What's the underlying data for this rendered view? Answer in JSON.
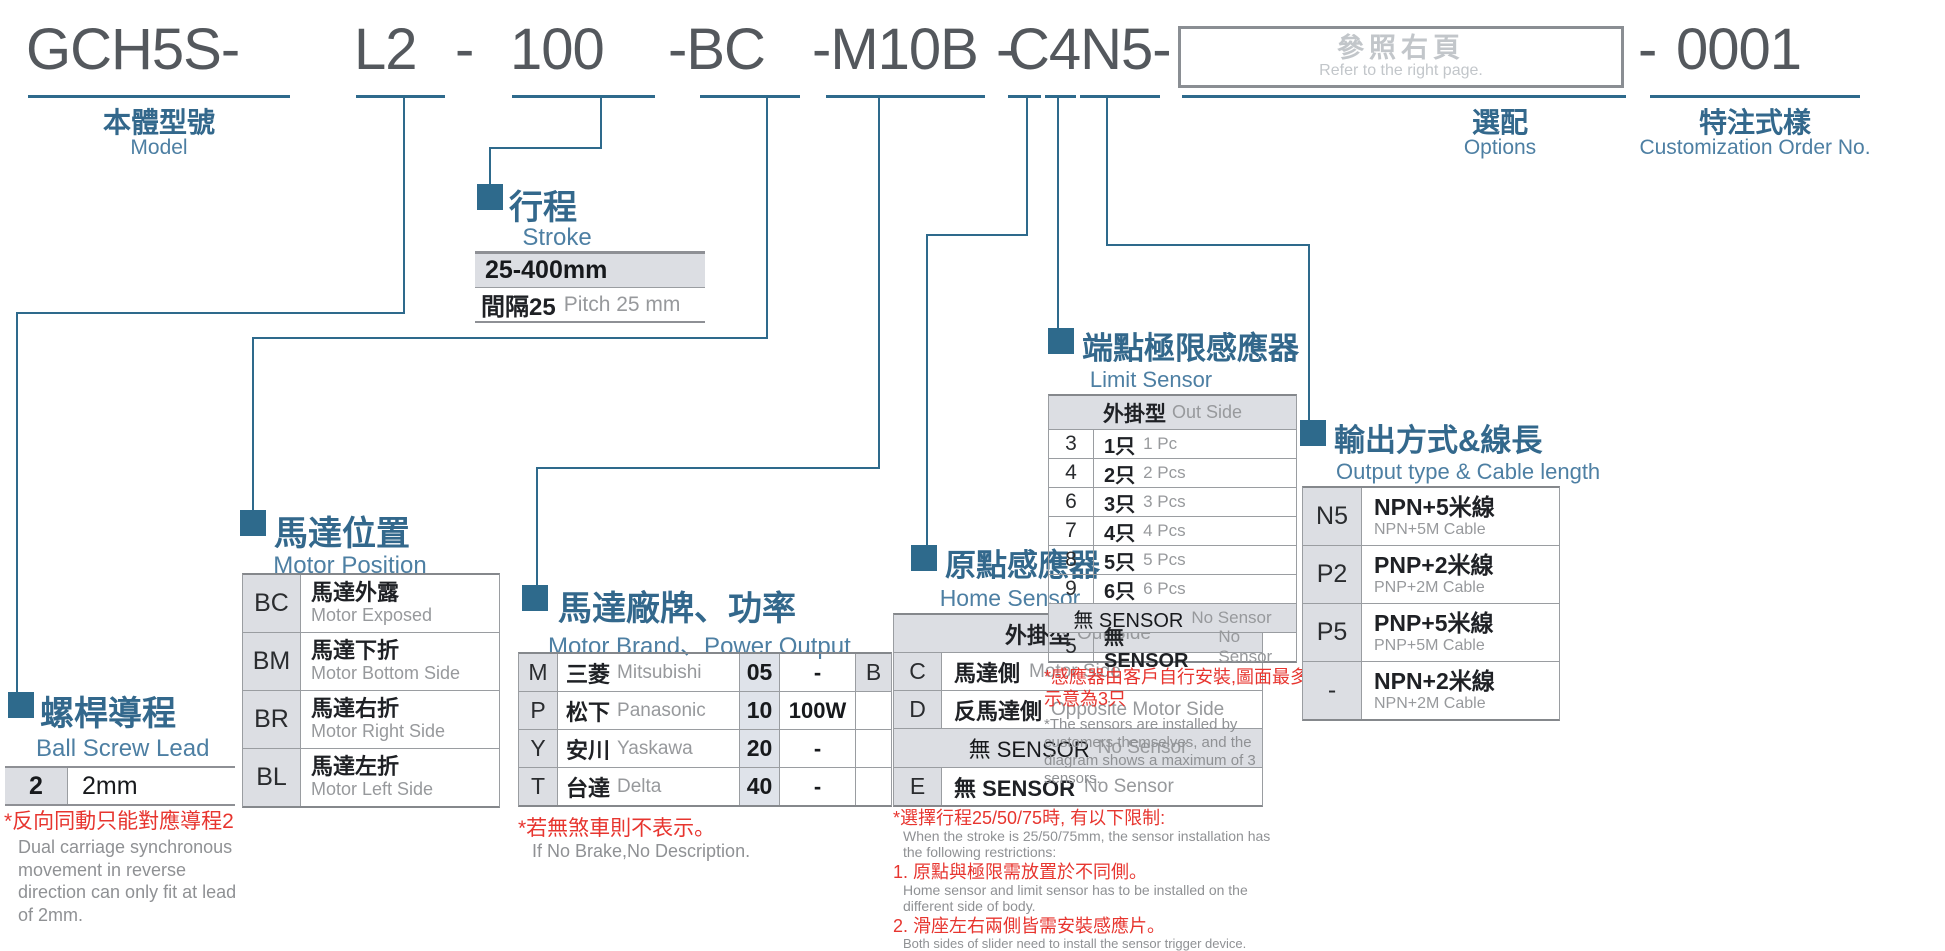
{
  "code": {
    "segments": [
      "GCH5S-",
      "L2",
      "-",
      "100",
      "-BC",
      "-M10B",
      "-",
      "C4N5-"
    ],
    "suffix_dash": "-",
    "customization_no": "0001",
    "labels": {
      "model_zh": "本體型號",
      "model_en": "Model",
      "options_zh": "選配",
      "options_en": "Options",
      "custom_zh": "特注式樣",
      "custom_en": "Customization Order No."
    },
    "options_box": {
      "zh": "參照右頁",
      "en": "Refer to the right page."
    }
  },
  "stroke": {
    "title_zh": "行程",
    "title_en": "Stroke",
    "range": "25-400mm",
    "pitch_zh": "間隔25",
    "pitch_en": "Pitch 25 mm"
  },
  "ball_screw": {
    "title_zh": "螺桿導程",
    "title_en": "Ball Screw Lead",
    "code": "2",
    "value": "2mm",
    "note_zh": "*反向同動只能對應導程2",
    "note_en": "Dual carriage synchronous movement in reverse direction can only fit at lead of 2mm."
  },
  "motor_position": {
    "title_zh": "馬達位置",
    "title_en": "Motor Position",
    "rows": [
      {
        "code": "BC",
        "zh": "馬達外露",
        "en": "Motor Exposed"
      },
      {
        "code": "BM",
        "zh": "馬達下折",
        "en": "Motor Bottom Side"
      },
      {
        "code": "BR",
        "zh": "馬達右折",
        "en": "Motor Right Side"
      },
      {
        "code": "BL",
        "zh": "馬達左折",
        "en": "Motor Left Side"
      }
    ]
  },
  "motor_brand": {
    "title_zh": "馬達廠牌、功率",
    "title_en": "Motor Brand、Power Output",
    "rows": [
      {
        "code": "M",
        "brand_zh": "三菱",
        "brand_en": "Mitsubishi",
        "power_code": "05",
        "power": "-",
        "brake": "B"
      },
      {
        "code": "P",
        "brand_zh": "松下",
        "brand_en": "Panasonic",
        "power_code": "10",
        "power": "100W",
        "brake": ""
      },
      {
        "code": "Y",
        "brand_zh": "安川",
        "brand_en": "Yaskawa",
        "power_code": "20",
        "power": "-",
        "brake": ""
      },
      {
        "code": "T",
        "brand_zh": "台達",
        "brand_en": "Delta",
        "power_code": "40",
        "power": "-",
        "brake": ""
      }
    ],
    "note_zh": "*若無煞車則不表示。",
    "note_en": "If No Brake,No Description."
  },
  "home_sensor": {
    "title_zh": "原點感應器",
    "title_en": "Home Sensor",
    "header_zh": "外掛型",
    "header_en": "Out Side",
    "rows": [
      {
        "code": "C",
        "zh": "馬達側",
        "en": "Motor Side"
      },
      {
        "code": "D",
        "zh": "反馬達側",
        "en": "Opposite Motor Side"
      }
    ],
    "band_zh": "無 SENSOR",
    "band_en": "No Sensor",
    "row_e": {
      "code": "E",
      "zh": "無 SENSOR",
      "en": "No Sensor"
    },
    "notes": {
      "r1": "*選擇行程25/50/75時, 有以下限制:",
      "g1": "When the stroke is 25/50/75mm, the sensor installation has the following restrictions:",
      "r2": "1. 原點與極限需放置於不同側。",
      "g2": "Home sensor and limit sensor has to be installed on the different side of body.",
      "r3": "2. 滑座左右兩側皆需安裝感應片。",
      "g3": "Both sides of slider need to install the sensor trigger device."
    }
  },
  "limit_sensor": {
    "title_zh": "端點極限感應器",
    "title_en": "Limit Sensor",
    "header_zh": "外掛型",
    "header_en": "Out Side",
    "rows": [
      {
        "code": "3",
        "zh": "1只",
        "en": "1 Pc"
      },
      {
        "code": "4",
        "zh": "2只",
        "en": "2 Pcs"
      },
      {
        "code": "6",
        "zh": "3只",
        "en": "3 Pcs"
      },
      {
        "code": "7",
        "zh": "4只",
        "en": "4 Pcs"
      },
      {
        "code": "8",
        "zh": "5只",
        "en": "5 Pcs"
      },
      {
        "code": "9",
        "zh": "6只",
        "en": "6 Pcs"
      }
    ],
    "band_zh": "無 SENSOR",
    "band_en": "No Sensor",
    "row_5": {
      "code": "5",
      "zh": "無 SENSOR",
      "en": "No Sensor"
    },
    "note_zh": "*感應器由客戶自行安裝,圖面最多示意為3只",
    "note_en": "*The sensors are installed by customers themselves, and the diagram shows a maximum of 3 sensors."
  },
  "output": {
    "title_zh": "輸出方式&線長",
    "title_en": "Output type & Cable length",
    "rows": [
      {
        "code": "N5",
        "zh": "NPN+5米線",
        "en": "NPN+5M Cable"
      },
      {
        "code": "P2",
        "zh": "PNP+2米線",
        "en": "PNP+2M Cable"
      },
      {
        "code": "P5",
        "zh": "PNP+5米線",
        "en": "PNP+5M Cable"
      },
      {
        "code": "-",
        "zh": "NPN+2米線",
        "en": "NPN+2M Cable"
      }
    ]
  },
  "colors": {
    "accent": "#2e6a8c",
    "title_blue": "#33688c",
    "subtitle_blue": "#4d7fa3",
    "note_red": "#e7352f",
    "note_gray": "#8f9194",
    "cell_gray_bg": "#dcdee3",
    "code_text": "#54585d"
  }
}
